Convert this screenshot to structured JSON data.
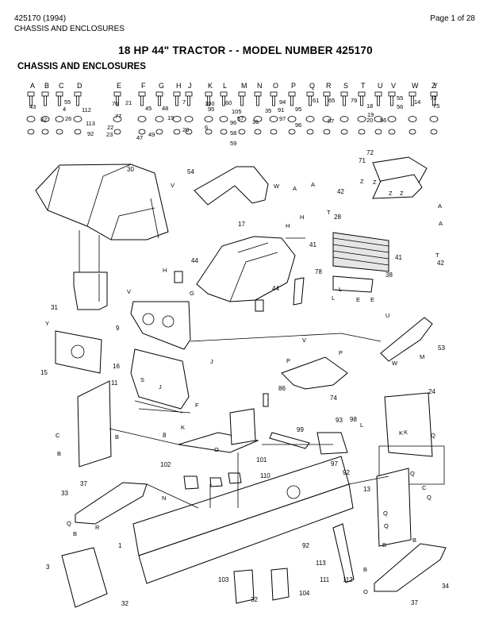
{
  "header": {
    "left_line1": "425170 (1994)",
    "left_line2": "CHASSIS AND ENCLOSURES",
    "page": "Page 1 of 28"
  },
  "title": "18 HP 44\" TRACTOR - - MODEL NUMBER 425170",
  "subtitle": "CHASSIS AND ENCLOSURES",
  "hardware_letters": [
    "A",
    "B",
    "C",
    "D",
    "E",
    "F",
    "G",
    "H",
    "J",
    "K",
    "L",
    "M",
    "N",
    "O",
    "P",
    "Q",
    "R",
    "S",
    "T",
    "U",
    "V",
    "W",
    "Y",
    "Z"
  ],
  "hardware_numbers": [
    "43",
    "32",
    "55",
    "4",
    "26",
    "112",
    "113",
    "92",
    "76",
    "77",
    "22",
    "23",
    "21",
    "45",
    "47",
    "48",
    "49",
    "7",
    "20",
    "19",
    "100",
    "95",
    "6",
    "60",
    "96",
    "105",
    "57",
    "58",
    "59",
    "36",
    "35",
    "94",
    "91",
    "97",
    "61",
    "95",
    "96",
    "65",
    "87",
    "79",
    "18",
    "20",
    "19",
    "56",
    "55",
    "56",
    "14",
    "73",
    "75"
  ],
  "callouts": [
    "30",
    "54",
    "72",
    "71",
    "42",
    "28",
    "17",
    "44",
    "78",
    "38",
    "41",
    "41",
    "42",
    "31",
    "9",
    "15",
    "16",
    "44",
    "53",
    "74",
    "86",
    "11",
    "8",
    "93",
    "98",
    "24",
    "99",
    "97",
    "92",
    "102",
    "101",
    "110",
    "37",
    "33",
    "13",
    "34",
    "37",
    "1",
    "3",
    "32",
    "103",
    "32",
    "104",
    "92",
    "113",
    "111",
    "112"
  ],
  "letter_tags": [
    "V",
    "W",
    "Z",
    "Z",
    "Z",
    "Z",
    "A",
    "A",
    "A",
    "H",
    "H",
    "A",
    "H",
    "G",
    "V",
    "Y",
    "U",
    "W",
    "M",
    "V",
    "P",
    "P",
    "S",
    "J",
    "J",
    "F",
    "K",
    "K",
    "C",
    "B",
    "B",
    "B",
    "R",
    "N",
    "O",
    "L",
    "K",
    "Q",
    "Q",
    "C",
    "Q",
    "Q",
    "Q",
    "B",
    "B",
    "B",
    "O",
    "Q",
    "L",
    "L",
    "E",
    "E",
    "T",
    "T"
  ]
}
